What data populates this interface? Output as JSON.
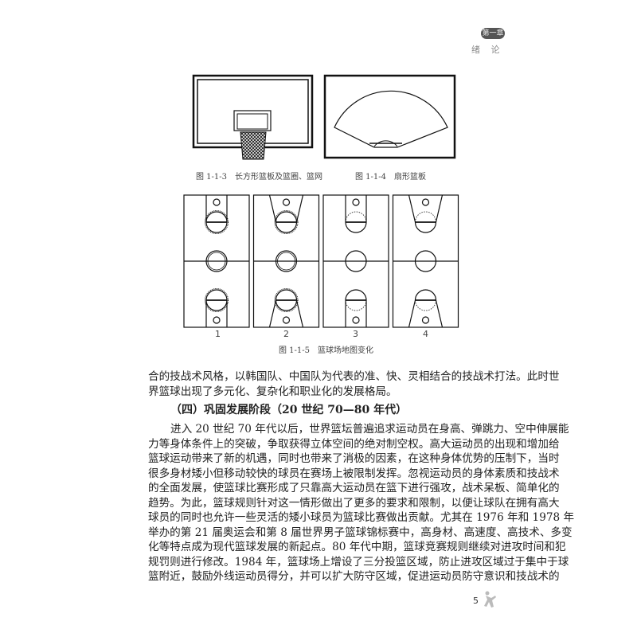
{
  "header": {
    "chapter_badge": "第一章",
    "chapter_title": "绪 论"
  },
  "figures": {
    "fig3_caption": "图 1-1-3　长方形篮板及篮圈、篮网",
    "fig4_caption": "图 1-1-4　扇形篮板",
    "fig5_caption": "图 1-1-5　篮球场地图变化",
    "court_labels": [
      "1",
      "2",
      "3",
      "4"
    ]
  },
  "body": {
    "para1_lines": [
      "合的技战术风格，以韩国队、中国队为代表的准、快、灵相结合的技战术打法。此时世",
      "界篮球出现了多元化、复杂化和职业化的发展格局。"
    ],
    "heading": "（四）巩固发展阶段（20 世纪 70—80 年代）",
    "para2_lines": [
      "进入 20 世纪 70 年代以后，世界篮坛普遍追求运动员在身高、弹跳力、空中伸展能",
      "力等身体条件上的突破，争取获得立体空间的绝对制空权。高大运动员的出现和增加给",
      "篮球运动带来了新的机遇，同时也带来了消极的因素，在这种身体优势的压制下，当时",
      "很多身材矮小但移动较快的球员在赛场上被限制发挥。忽视运动员的身体素质和技战术",
      "的全面发展，使篮球比赛形成了只靠高大运动员在篮下进行强攻，战术呆板、简单化的",
      "趋势。为此，篮球规则针对这一情形做出了更多的要求和限制，以便让球队在拥有高大",
      "球员的同时也允许一些灵活的矮小球员为篮球比赛做出贡献。尤其在 1976 年和 1978 年",
      "举办的第 21 届奥运会和第 8 届世界男子篮球锦标赛中，高身材、高速度、高技术、多变",
      "化等特点成为现代篮球发展的新起点。80 年代中期，篮球竞赛规则继续对进攻时间和犯",
      "规罚则进行修改。1984 年，篮球场上增设了三分投篮区域，防止进攻区域过于集中于球",
      "篮附近，鼓励外线运动员得分，并可以扩大防守区域，促进运动员防守意识和技战术的"
    ]
  },
  "footer": {
    "page_number": "5",
    "icon": "basketball-player-icon"
  },
  "colors": {
    "badge": "#555555",
    "text": "#222222",
    "header_text": "#888888"
  }
}
